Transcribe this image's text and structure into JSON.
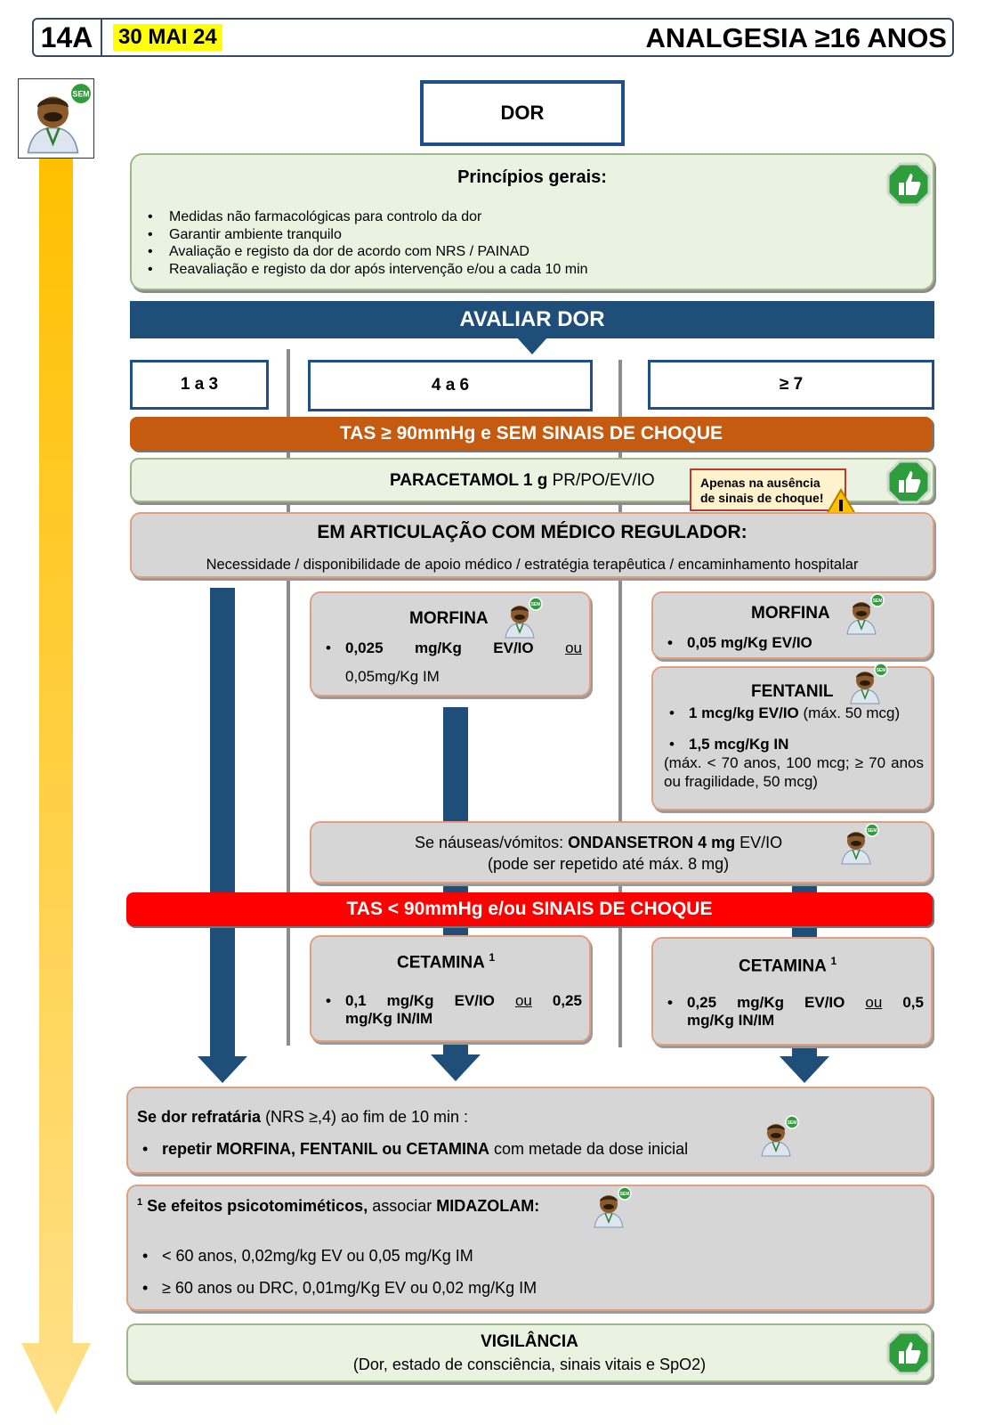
{
  "header": {
    "code": "14A",
    "date": "30 MAI 24",
    "title": "ANALGESIA ≥16 ANOS"
  },
  "dor_box": "DOR",
  "principios": {
    "title": "Princípios gerais:",
    "items": [
      "Medidas não farmacológicas para controlo da dor",
      "Garantir ambiente tranquilo",
      "Avaliação e registo da dor de acordo com NRS / PAINAD",
      "Reavaliação e registo da dor após intervenção e/ou a cada 10 min"
    ]
  },
  "avaliar": "AVALIAR DOR",
  "levels": [
    "1 a 3",
    "4 a 6",
    "≥ 7"
  ],
  "tas_normal": "TAS ≥ 90mmHg e SEM SINAIS DE CHOQUE",
  "paracetamol": {
    "bold": "PARACETAMOL 1 g",
    "rest": " PR/PO/EV/IO"
  },
  "warning": "Apenas na ausência de sinais de choque!",
  "medico": {
    "title": "EM ARTICULAÇÃO COM MÉDICO REGULADOR:",
    "text": "Necessidade / disponibilidade de apoio médico / estratégia terapêutica / encaminhamento hospitalar"
  },
  "morfina_mid": {
    "title": "MORFINA",
    "line1a": "0,025",
    "line1b": "mg/Kg",
    "line1c": "EV/IO",
    "ou": "ou",
    "line2": "0,05mg/Kg IM"
  },
  "morfina_right": {
    "title": "MORFINA",
    "line": "0,05 mg/Kg EV/IO"
  },
  "fentanil": {
    "title": "FENTANIL",
    "l1b": "1 mcg/kg EV/IO",
    "l1r": " (máx. 50 mcg)",
    "l2b": "1,5 mcg/Kg IN",
    "l3": "(máx. < 70 anos, 100 mcg; ≥ 70 anos ou fragilidade, 50 mcg)"
  },
  "nauseas": {
    "pre": "Se náuseas/vómitos:  ",
    "bold": "ONDANSETRON 4 mg",
    "post": " EV/IO",
    "line2": "(pode ser repetido até máx. 8 mg)"
  },
  "tas_choque": "TAS < 90mmHg e/ou SINAIS DE CHOQUE",
  "cetamina_mid": {
    "title": "CETAMINA",
    "sup": "1",
    "l1a": "0,1",
    "l1b": "mg/Kg",
    "l1c": "EV/IO",
    "ou": "ou",
    "l1d": "0,25",
    "l2": "mg/Kg IN/IM"
  },
  "cetamina_right": {
    "title": "CETAMINA",
    "sup": "1",
    "l1a": "0,25",
    "l1b": "mg/Kg",
    "l1c": "EV/IO",
    "ou": "ou",
    "l1d": "0,5",
    "l2": "mg/Kg IN/IM"
  },
  "refrataria": {
    "b1": "Se dor refratária",
    "r1": " (NRS ≥,4) ao fim de 10 min :",
    "b2": "repetir MORFINA, FENTANIL ou CETAMINA",
    "r2": " com metade da dose inicial"
  },
  "psico": {
    "sup": "1",
    "b1": " Se efeitos psicotomiméticos,",
    "r1": " associar ",
    "b2": "MIDAZOLAM:",
    "items": [
      "< 60 anos, 0,02mg/kg EV ou  0,05 mg/Kg IM",
      "≥ 60 anos ou DRC, 0,01mg/Kg EV ou 0,02 mg/Kg IM"
    ]
  },
  "vigilancia": {
    "title": "VIGILÂNCIA",
    "text": "(Dor, estado de consciência, sinais vitais e SpO2)"
  },
  "icons": {
    "thumb": "thumbs-up-icon",
    "doctor": "doctor-icon",
    "warning": "warning-icon",
    "sem_badge": "SEM"
  },
  "colors": {
    "navy": "#1f4e79",
    "orange": "#c55a11",
    "red": "#ff0000",
    "green": "#2e9e3c",
    "yellow": "#ffff00"
  }
}
